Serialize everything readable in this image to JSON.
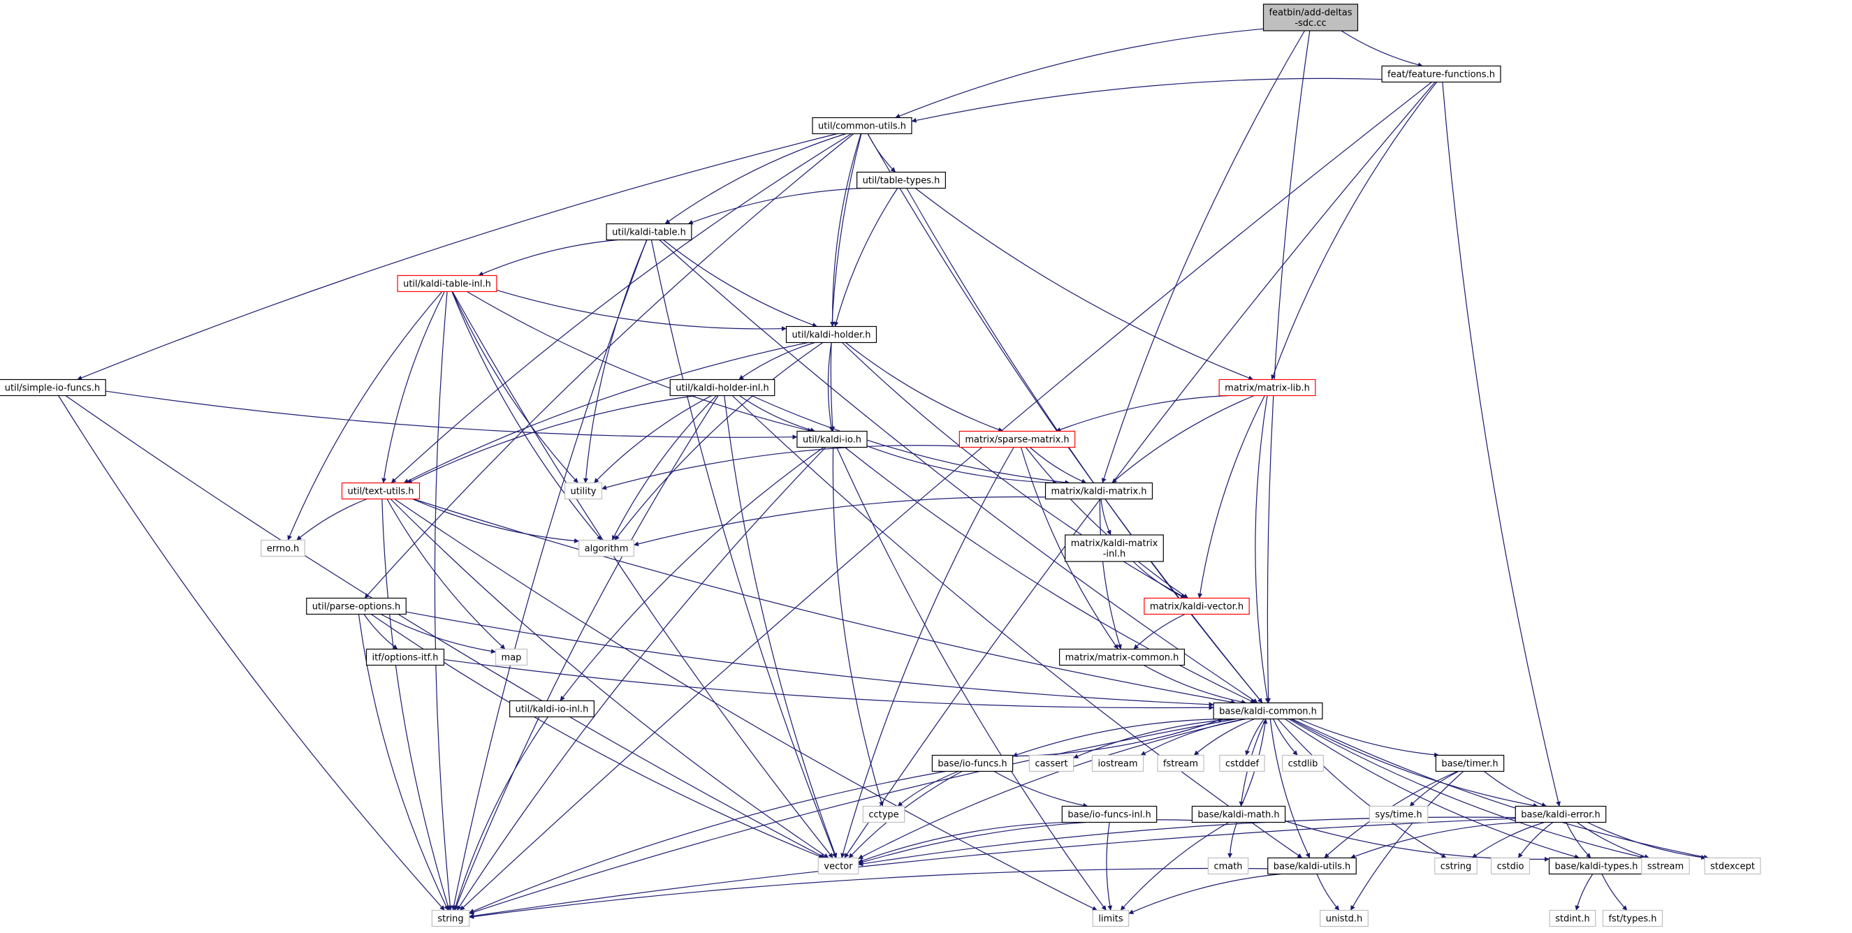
{
  "diagram": {
    "type": "include-dependency-graph",
    "colors": {
      "edge": "#191970",
      "node_border_default": "#000000",
      "node_border_incomplete": "#ff0000",
      "node_border_system": "#bfbfbf",
      "node_fill_root": "#bfbfbf",
      "node_fill_default": "#ffffff",
      "text": "#000000"
    },
    "nodes": [
      {
        "id": "root",
        "lines": [
          "featbin/add-deltas",
          "-sdc.cc"
        ],
        "kind": "root"
      },
      {
        "id": "feat_ff",
        "lines": [
          "feat/feature-functions.h"
        ],
        "kind": "default"
      },
      {
        "id": "common_utils",
        "lines": [
          "util/common-utils.h"
        ],
        "kind": "default"
      },
      {
        "id": "table_types",
        "lines": [
          "util/table-types.h"
        ],
        "kind": "default"
      },
      {
        "id": "kaldi_table",
        "lines": [
          "util/kaldi-table.h"
        ],
        "kind": "default"
      },
      {
        "id": "kaldi_table_inl",
        "lines": [
          "util/kaldi-table-inl.h"
        ],
        "kind": "incomplete"
      },
      {
        "id": "kaldi_holder",
        "lines": [
          "util/kaldi-holder.h"
        ],
        "kind": "default"
      },
      {
        "id": "kaldi_holder_inl",
        "lines": [
          "util/kaldi-holder-inl.h"
        ],
        "kind": "default"
      },
      {
        "id": "simple_io",
        "lines": [
          "util/simple-io-funcs.h"
        ],
        "kind": "default"
      },
      {
        "id": "kaldi_io",
        "lines": [
          "util/kaldi-io.h"
        ],
        "kind": "default"
      },
      {
        "id": "text_utils",
        "lines": [
          "util/text-utils.h"
        ],
        "kind": "incomplete"
      },
      {
        "id": "matrix_lib",
        "lines": [
          "matrix/matrix-lib.h"
        ],
        "kind": "incomplete"
      },
      {
        "id": "sparse_matrix",
        "lines": [
          "matrix/sparse-matrix.h"
        ],
        "kind": "incomplete"
      },
      {
        "id": "kaldi_matrix",
        "lines": [
          "matrix/kaldi-matrix.h"
        ],
        "kind": "default"
      },
      {
        "id": "kaldi_matrix_inl",
        "lines": [
          "matrix/kaldi-matrix",
          "-inl.h"
        ],
        "kind": "default"
      },
      {
        "id": "kaldi_vector",
        "lines": [
          "matrix/kaldi-vector.h"
        ],
        "kind": "incomplete"
      },
      {
        "id": "matrix_common",
        "lines": [
          "matrix/matrix-common.h"
        ],
        "kind": "default"
      },
      {
        "id": "parse_options",
        "lines": [
          "util/parse-options.h"
        ],
        "kind": "default"
      },
      {
        "id": "options_itf",
        "lines": [
          "itf/options-itf.h"
        ],
        "kind": "default"
      },
      {
        "id": "kaldi_io_inl",
        "lines": [
          "util/kaldi-io-inl.h"
        ],
        "kind": "default"
      },
      {
        "id": "kaldi_common",
        "lines": [
          "base/kaldi-common.h"
        ],
        "kind": "default"
      },
      {
        "id": "io_funcs",
        "lines": [
          "base/io-funcs.h"
        ],
        "kind": "default"
      },
      {
        "id": "io_funcs_inl",
        "lines": [
          "base/io-funcs-inl.h"
        ],
        "kind": "default"
      },
      {
        "id": "kaldi_math",
        "lines": [
          "base/kaldi-math.h"
        ],
        "kind": "default"
      },
      {
        "id": "timer",
        "lines": [
          "base/timer.h"
        ],
        "kind": "default"
      },
      {
        "id": "kaldi_error",
        "lines": [
          "base/kaldi-error.h"
        ],
        "kind": "default"
      },
      {
        "id": "kaldi_utils",
        "lines": [
          "base/kaldi-utils.h"
        ],
        "kind": "default"
      },
      {
        "id": "kaldi_types",
        "lines": [
          "base/kaldi-types.h"
        ],
        "kind": "default"
      },
      {
        "id": "utility",
        "lines": [
          "utility"
        ],
        "kind": "system"
      },
      {
        "id": "algorithm",
        "lines": [
          "algorithm"
        ],
        "kind": "system"
      },
      {
        "id": "errno",
        "lines": [
          "errno.h"
        ],
        "kind": "system"
      },
      {
        "id": "map",
        "lines": [
          "map"
        ],
        "kind": "system"
      },
      {
        "id": "cassert",
        "lines": [
          "cassert"
        ],
        "kind": "system"
      },
      {
        "id": "iostream",
        "lines": [
          "iostream"
        ],
        "kind": "system"
      },
      {
        "id": "fstream",
        "lines": [
          "fstream"
        ],
        "kind": "system"
      },
      {
        "id": "cstddef",
        "lines": [
          "cstddef"
        ],
        "kind": "system"
      },
      {
        "id": "cstdlib",
        "lines": [
          "cstdlib"
        ],
        "kind": "system"
      },
      {
        "id": "cctype",
        "lines": [
          "cctype"
        ],
        "kind": "system"
      },
      {
        "id": "sys_time",
        "lines": [
          "sys/time.h"
        ],
        "kind": "system"
      },
      {
        "id": "vector",
        "lines": [
          "vector"
        ],
        "kind": "system"
      },
      {
        "id": "cmath",
        "lines": [
          "cmath"
        ],
        "kind": "system"
      },
      {
        "id": "cstring",
        "lines": [
          "cstring"
        ],
        "kind": "system"
      },
      {
        "id": "cstdio",
        "lines": [
          "cstdio"
        ],
        "kind": "system"
      },
      {
        "id": "sstream",
        "lines": [
          "sstream"
        ],
        "kind": "system"
      },
      {
        "id": "stdexcept",
        "lines": [
          "stdexcept"
        ],
        "kind": "system"
      },
      {
        "id": "string",
        "lines": [
          "string"
        ],
        "kind": "system"
      },
      {
        "id": "limits",
        "lines": [
          "limits"
        ],
        "kind": "system"
      },
      {
        "id": "unistd",
        "lines": [
          "unistd.h"
        ],
        "kind": "system"
      },
      {
        "id": "stdint",
        "lines": [
          "stdint.h"
        ],
        "kind": "system"
      },
      {
        "id": "fst_types",
        "lines": [
          "fst/types.h"
        ],
        "kind": "system"
      }
    ],
    "edges": [
      [
        "root",
        "common_utils"
      ],
      [
        "root",
        "feat_ff"
      ],
      [
        "root",
        "kaldi_matrix"
      ],
      [
        "root",
        "kaldi_common"
      ],
      [
        "feat_ff",
        "common_utils"
      ],
      [
        "feat_ff",
        "matrix_lib"
      ],
      [
        "feat_ff",
        "kaldi_error"
      ],
      [
        "feat_ff",
        "vector"
      ],
      [
        "feat_ff",
        "string"
      ],
      [
        "common_utils",
        "table_types"
      ],
      [
        "common_utils",
        "kaldi_table"
      ],
      [
        "common_utils",
        "kaldi_holder"
      ],
      [
        "common_utils",
        "kaldi_io"
      ],
      [
        "common_utils",
        "simple_io"
      ],
      [
        "common_utils",
        "text_utils"
      ],
      [
        "common_utils",
        "parse_options"
      ],
      [
        "common_utils",
        "kaldi_common"
      ],
      [
        "table_types",
        "kaldi_table"
      ],
      [
        "table_types",
        "kaldi_holder"
      ],
      [
        "table_types",
        "matrix_lib"
      ],
      [
        "table_types",
        "kaldi_common"
      ],
      [
        "kaldi_table",
        "kaldi_table_inl"
      ],
      [
        "kaldi_table",
        "kaldi_holder"
      ],
      [
        "kaldi_table",
        "utility"
      ],
      [
        "kaldi_table",
        "string"
      ],
      [
        "kaldi_table",
        "vector"
      ],
      [
        "kaldi_table",
        "kaldi_common"
      ],
      [
        "kaldi_table_inl",
        "kaldi_holder"
      ],
      [
        "kaldi_table_inl",
        "kaldi_io"
      ],
      [
        "kaldi_table_inl",
        "text_utils"
      ],
      [
        "kaldi_table_inl",
        "utility"
      ],
      [
        "kaldi_table_inl",
        "algorithm"
      ],
      [
        "kaldi_table_inl",
        "errno"
      ],
      [
        "kaldi_table_inl",
        "vector"
      ],
      [
        "kaldi_table_inl",
        "string"
      ],
      [
        "kaldi_holder",
        "kaldi_holder_inl"
      ],
      [
        "kaldi_holder",
        "kaldi_io"
      ],
      [
        "kaldi_holder",
        "sparse_matrix"
      ],
      [
        "kaldi_holder",
        "text_utils"
      ],
      [
        "kaldi_holder",
        "algorithm"
      ],
      [
        "kaldi_holder",
        "kaldi_vector"
      ],
      [
        "kaldi_holder_inl",
        "kaldi_io"
      ],
      [
        "kaldi_holder_inl",
        "text_utils"
      ],
      [
        "kaldi_holder_inl",
        "kaldi_matrix"
      ],
      [
        "kaldi_holder_inl",
        "utility"
      ],
      [
        "kaldi_holder_inl",
        "algorithm"
      ],
      [
        "kaldi_holder_inl",
        "string"
      ],
      [
        "kaldi_holder_inl",
        "vector"
      ],
      [
        "kaldi_holder_inl",
        "kaldi_utils"
      ],
      [
        "simple_io",
        "kaldi_io"
      ],
      [
        "simple_io",
        "string"
      ],
      [
        "simple_io",
        "vector"
      ],
      [
        "kaldi_io",
        "kaldi_matrix"
      ],
      [
        "kaldi_io",
        "kaldi_io_inl"
      ],
      [
        "kaldi_io",
        "cctype"
      ],
      [
        "kaldi_io",
        "string"
      ],
      [
        "kaldi_io",
        "limits"
      ],
      [
        "kaldi_io",
        "kaldi_common"
      ],
      [
        "text_utils",
        "algorithm"
      ],
      [
        "text_utils",
        "errno"
      ],
      [
        "text_utils",
        "map"
      ],
      [
        "text_utils",
        "string"
      ],
      [
        "text_utils",
        "vector"
      ],
      [
        "text_utils",
        "limits"
      ],
      [
        "text_utils",
        "kaldi_common"
      ],
      [
        "matrix_lib",
        "sparse_matrix"
      ],
      [
        "matrix_lib",
        "kaldi_matrix"
      ],
      [
        "matrix_lib",
        "kaldi_vector"
      ],
      [
        "matrix_lib",
        "kaldi_common"
      ],
      [
        "sparse_matrix",
        "kaldi_matrix"
      ],
      [
        "sparse_matrix",
        "kaldi_vector"
      ],
      [
        "sparse_matrix",
        "matrix_common"
      ],
      [
        "sparse_matrix",
        "utility"
      ],
      [
        "sparse_matrix",
        "vector"
      ],
      [
        "kaldi_matrix",
        "kaldi_matrix_inl"
      ],
      [
        "kaldi_matrix",
        "matrix_common"
      ],
      [
        "kaldi_matrix",
        "algorithm"
      ],
      [
        "kaldi_matrix_inl",
        "kaldi_vector"
      ],
      [
        "kaldi_vector",
        "matrix_common"
      ],
      [
        "matrix_common",
        "kaldi_common"
      ],
      [
        "parse_options",
        "map"
      ],
      [
        "parse_options",
        "options_itf"
      ],
      [
        "parse_options",
        "kaldi_common"
      ],
      [
        "parse_options",
        "string"
      ],
      [
        "parse_options",
        "vector"
      ],
      [
        "options_itf",
        "kaldi_common"
      ],
      [
        "kaldi_io_inl",
        "string"
      ],
      [
        "kaldi_common",
        "io_funcs"
      ],
      [
        "kaldi_common",
        "kaldi_math"
      ],
      [
        "kaldi_common",
        "timer"
      ],
      [
        "kaldi_common",
        "kaldi_error"
      ],
      [
        "kaldi_common",
        "kaldi_utils"
      ],
      [
        "kaldi_common",
        "kaldi_types"
      ],
      [
        "kaldi_common",
        "cassert"
      ],
      [
        "kaldi_common",
        "iostream"
      ],
      [
        "kaldi_common",
        "fstream"
      ],
      [
        "kaldi_common",
        "cstddef"
      ],
      [
        "kaldi_common",
        "cstdlib"
      ],
      [
        "kaldi_common",
        "cstring"
      ],
      [
        "kaldi_common",
        "sstream"
      ],
      [
        "kaldi_common",
        "stdexcept"
      ],
      [
        "kaldi_common",
        "vector"
      ],
      [
        "kaldi_common",
        "string"
      ],
      [
        "io_funcs",
        "kaldi_common"
      ],
      [
        "io_funcs",
        "io_funcs_inl"
      ],
      [
        "io_funcs",
        "cctype"
      ],
      [
        "io_funcs",
        "vector"
      ],
      [
        "io_funcs",
        "string"
      ],
      [
        "io_funcs_inl",
        "vector"
      ],
      [
        "io_funcs_inl",
        "limits"
      ],
      [
        "kaldi_math",
        "kaldi_common"
      ],
      [
        "kaldi_math",
        "kaldi_types"
      ],
      [
        "kaldi_math",
        "cmath"
      ],
      [
        "kaldi_math",
        "limits"
      ],
      [
        "kaldi_math",
        "vector"
      ],
      [
        "timer",
        "kaldi_error"
      ],
      [
        "timer",
        "kaldi_utils"
      ],
      [
        "timer",
        "sys_time"
      ],
      [
        "timer",
        "unistd"
      ],
      [
        "kaldi_error",
        "kaldi_types"
      ],
      [
        "kaldi_error",
        "kaldi_utils"
      ],
      [
        "kaldi_error",
        "cstring"
      ],
      [
        "kaldi_error",
        "cstdio"
      ],
      [
        "kaldi_error",
        "sstream"
      ],
      [
        "kaldi_error",
        "stdexcept"
      ],
      [
        "kaldi_error",
        "string"
      ],
      [
        "kaldi_error",
        "vector"
      ],
      [
        "kaldi_utils",
        "string"
      ],
      [
        "kaldi_utils",
        "limits"
      ],
      [
        "kaldi_utils",
        "unistd"
      ],
      [
        "kaldi_types",
        "stdint"
      ],
      [
        "kaldi_types",
        "fst_types"
      ]
    ]
  }
}
